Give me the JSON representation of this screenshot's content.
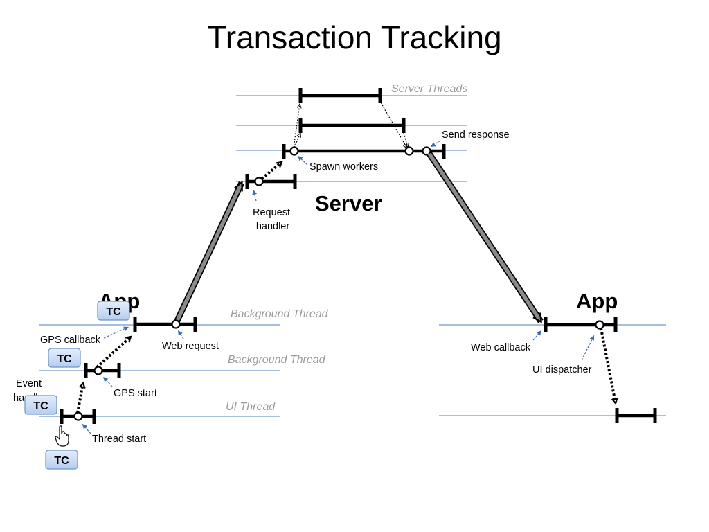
{
  "title": "Transaction Tracking",
  "sections": {
    "server": "Server",
    "app_left": "App",
    "app_right": "App"
  },
  "threads": {
    "server": "Server Threads",
    "background_1": "Background Thread",
    "background_2": "Background Thread",
    "ui": "UI Thread"
  },
  "annotations": {
    "send_response": "Send response",
    "spawn_workers": "Spawn workers",
    "request_handler_1": "Request",
    "request_handler_2": "handler",
    "web_request": "Web request",
    "gps_callback": "GPS callback",
    "gps_start": "GPS start",
    "event_handler_1": "Event",
    "event_handler_2": "handler",
    "thread_start": "Thread start",
    "web_callback": "Web callback",
    "ui_dispatcher": "UI dispatcher"
  },
  "tc_label": "TC",
  "icons": {
    "cursor": "hand-pointer-icon"
  },
  "colors": {
    "lane": "#4f7fb4",
    "tc_fill": "#c9dcf7",
    "thread_label": "#9a9a9a"
  }
}
